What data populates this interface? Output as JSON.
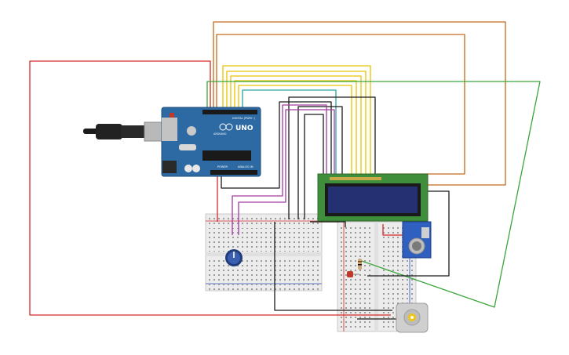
{
  "arduino": {
    "brand": "UNO",
    "sub_brand": "ARDUINO",
    "digital_label": "DIGITAL (PWM~)",
    "power_label": "POWER",
    "analog_label": "ANALOG IN",
    "board_color": "#2d6aa3"
  },
  "lcd": {
    "bezel_color": "#3f8e3c",
    "screen_color": "#243072"
  },
  "wire_colors": {
    "red": "#d62828",
    "orange": "#c46a1a",
    "yellow": "#e8c300",
    "green": "#3aa63a",
    "teal": "#2aa3a3",
    "black": "#1b1b1b",
    "purple": "#a23aa0"
  },
  "components": {
    "potentiometer": "potentiometer",
    "ultrasonic_sensor": "ultrasonic-sensor",
    "dc_motor": "dc-motor",
    "led": "led",
    "resistor": "resistor"
  }
}
